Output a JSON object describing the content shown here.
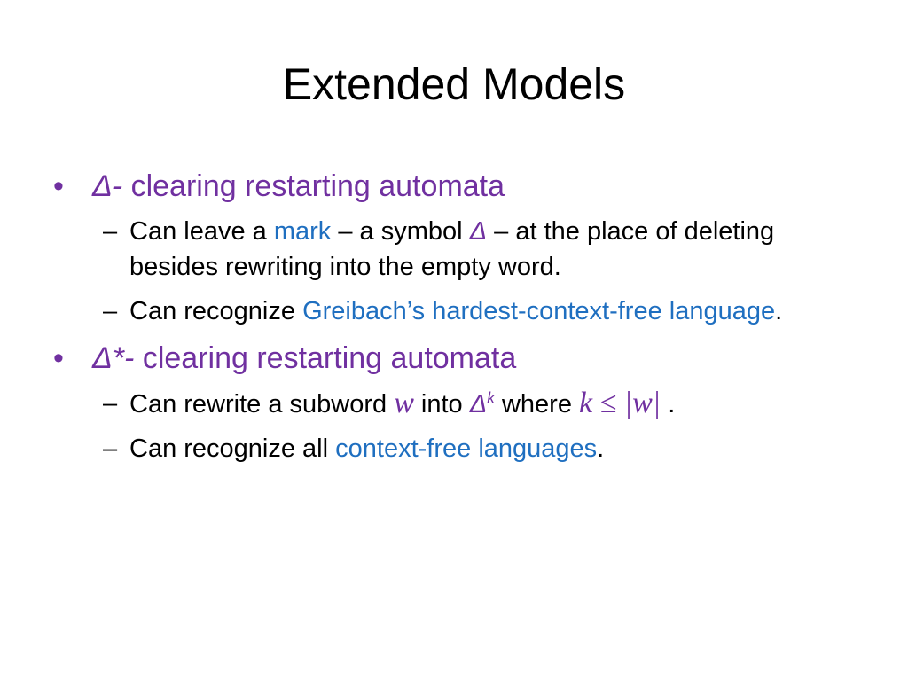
{
  "slide": {
    "title": "Extended Models",
    "bullets": [
      {
        "symbol": "•",
        "prefix": "Δ-",
        "text": " clearing restarting automata",
        "sub": [
          {
            "dash": "–",
            "t1": "Can leave a ",
            "link1": "mark",
            "t2": " – a symbol ",
            "sym": "Δ",
            "t3": " – at the place of deleting besides rewriting into the empty word."
          },
          {
            "dash": "–",
            "t1": "Can recognize ",
            "link1": "Greibach’s hardest-context-free language",
            "t2": "."
          }
        ]
      },
      {
        "symbol": "•",
        "prefix": "Δ*-",
        "text": " clearing restarting automata",
        "sub": [
          {
            "dash": "–",
            "t1": "Can rewrite a subword ",
            "var_w": "w",
            "t2": " into ",
            "sym": "Δ",
            "sup": "k",
            "t3": " where ",
            "expr": "k ≤ |w|",
            "t4": " ."
          },
          {
            "dash": "–",
            "t1": "Can recognize all ",
            "link1": "context-free languages",
            "t2": "."
          }
        ]
      }
    ]
  },
  "colors": {
    "accent_purple": "#7030a0",
    "link_blue": "#1f6fc0",
    "text": "#000000",
    "background": "#ffffff"
  }
}
